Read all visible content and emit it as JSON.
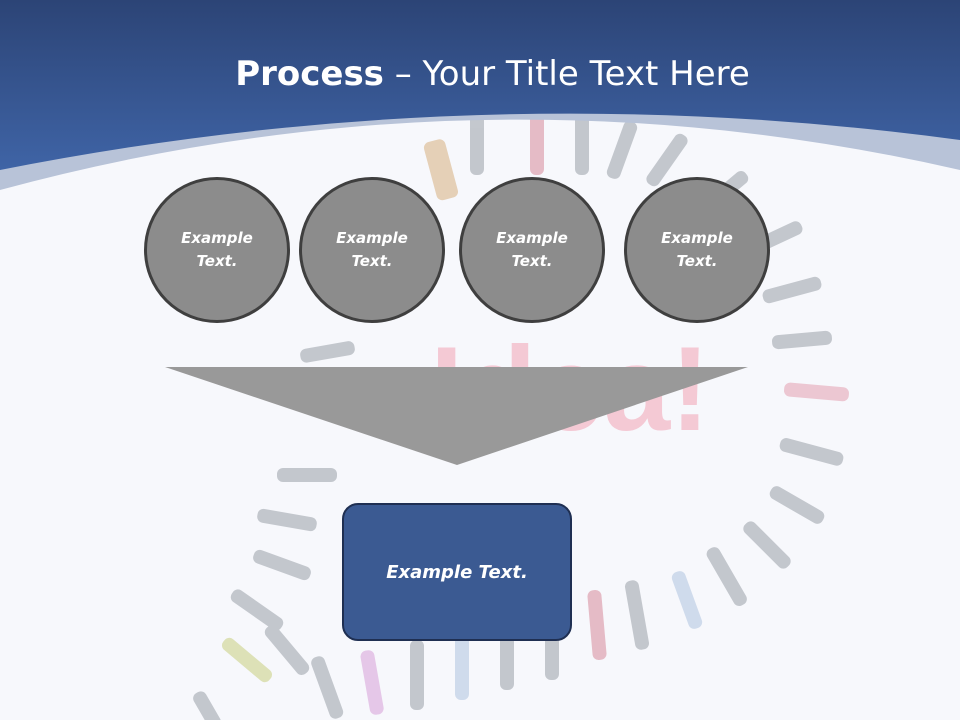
{
  "slide": {
    "title_bold": "Process",
    "title_rest": " – Your Title Text Here",
    "circles": [
      {
        "text": "Example Text."
      },
      {
        "text": "Example Text."
      },
      {
        "text": "Example Text."
      },
      {
        "text": "Example Text."
      }
    ],
    "result_text": "Example Text."
  },
  "colors": {
    "header_blue": "#3a5a94",
    "circle_fill": "#8c8c8c",
    "circle_border": "#3f3f3f",
    "funnel_fill": "#999999",
    "result_fill": "#3b5a92",
    "watermark_pink": "#f2a3b5"
  }
}
